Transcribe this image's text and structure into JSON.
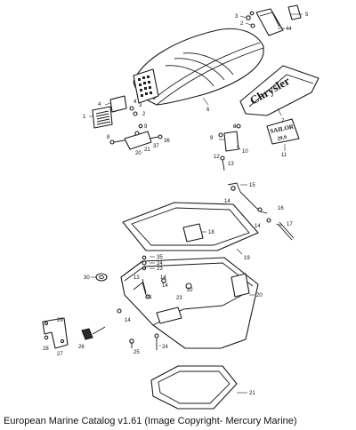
{
  "diagram": {
    "brand_text": "Chrysler",
    "decal_text_line1": "SAILOR",
    "decal_text_line2": "29.9",
    "callouts": {
      "c1": "1",
      "c2a": "2",
      "c2b": "2",
      "c3a": "3",
      "c3b": "3",
      "c4a": "4",
      "c4b": "4",
      "c5": "5",
      "c6": "6",
      "c7": "7",
      "c8a": "8",
      "c8b": "8",
      "c9a": "9",
      "c9b": "9",
      "c10": "10",
      "c11": "11",
      "c12": "12",
      "c13a": "13",
      "c13b": "13",
      "c14a": "14",
      "c14b": "14",
      "c14c": "14",
      "c14d": "14",
      "c15": "15",
      "c16": "16",
      "c17": "17",
      "c18": "18",
      "c19": "19",
      "c20a": "20",
      "c20b": "20",
      "c21a": "21",
      "c21b": "21",
      "c22": "22",
      "c23a": "23",
      "c23b": "23",
      "c24a": "24",
      "c24b": "24",
      "c25": "25",
      "c26": "26",
      "c27": "27",
      "c28": "28",
      "c29": "29",
      "c30": "30",
      "c35": "35",
      "c36": "36",
      "c37": "37",
      "c44": "44"
    }
  },
  "caption": "European Marine Catalog v1.61 (Image Copyright- Mercury Marine)"
}
